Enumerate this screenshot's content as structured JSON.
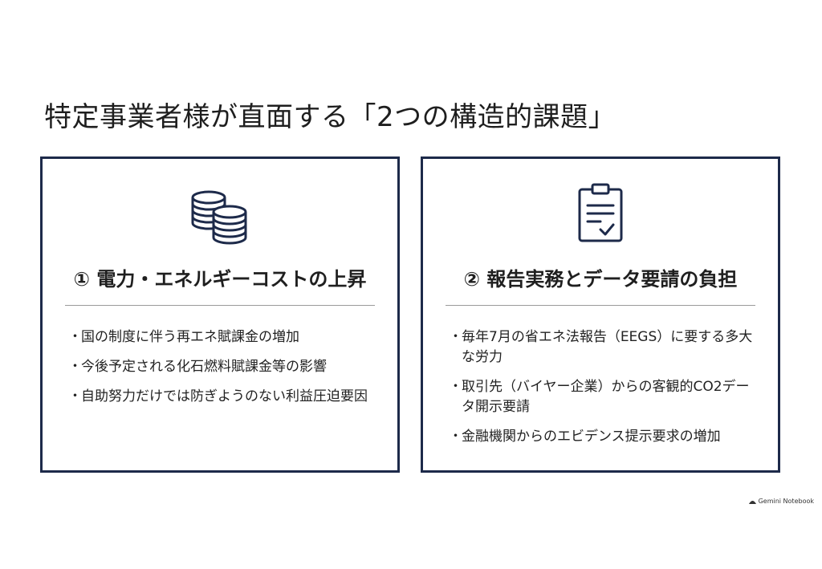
{
  "title": "特定事業者様が直面する「2つの構造的課題」",
  "cards": [
    {
      "icon": "coins-icon",
      "heading": "① 電力・エネルギーコストの上昇",
      "bullets": [
        "国の制度に伴う再エネ賦課金の増加",
        "今後予定される化石燃料賦課金等の影響",
        "自助努力だけでは防ぎようのない利益圧迫要因"
      ]
    },
    {
      "icon": "clipboard-check-icon",
      "heading": "② 報告実務とデータ要請の負担",
      "bullets": [
        "毎年7月の省エネ法報告（EEGS）に要する多大な労力",
        "取引先（バイヤー企業）からの客観的CO2データ開示要請",
        "金融機関からのエビデンス提示要求の増加"
      ]
    }
  ],
  "bullet_marker": "・",
  "brand": "Gemini Notebook",
  "colors": {
    "card_border": "#1d2a4a",
    "divider": "#9a9a9a",
    "text": "#1f1f1f"
  }
}
